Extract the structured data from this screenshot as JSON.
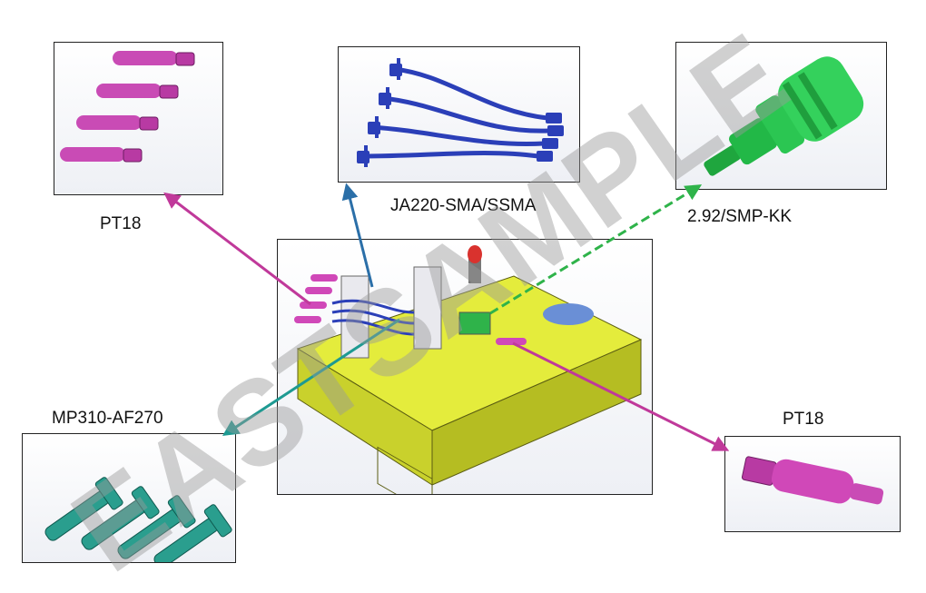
{
  "labels": {
    "top_left": "PT18",
    "top_center": "JA220-SMA/SSMA",
    "top_right": "2.92/SMP-KK",
    "bottom_left": "MP310-AF270",
    "bottom_right": "PT18"
  },
  "watermark": "EASTSAMPLE",
  "colors": {
    "magenta": "#c0399a",
    "blue": "#2b6fa8",
    "teal": "#1e9a92",
    "green": "#2fb34a",
    "fixture_yellow": "#dfe83a",
    "cable_blue": "#2b3fb8",
    "connector_teal": "#2a9e8e",
    "connector_green": "#21c24a",
    "connector_pink": "#d048b8"
  }
}
